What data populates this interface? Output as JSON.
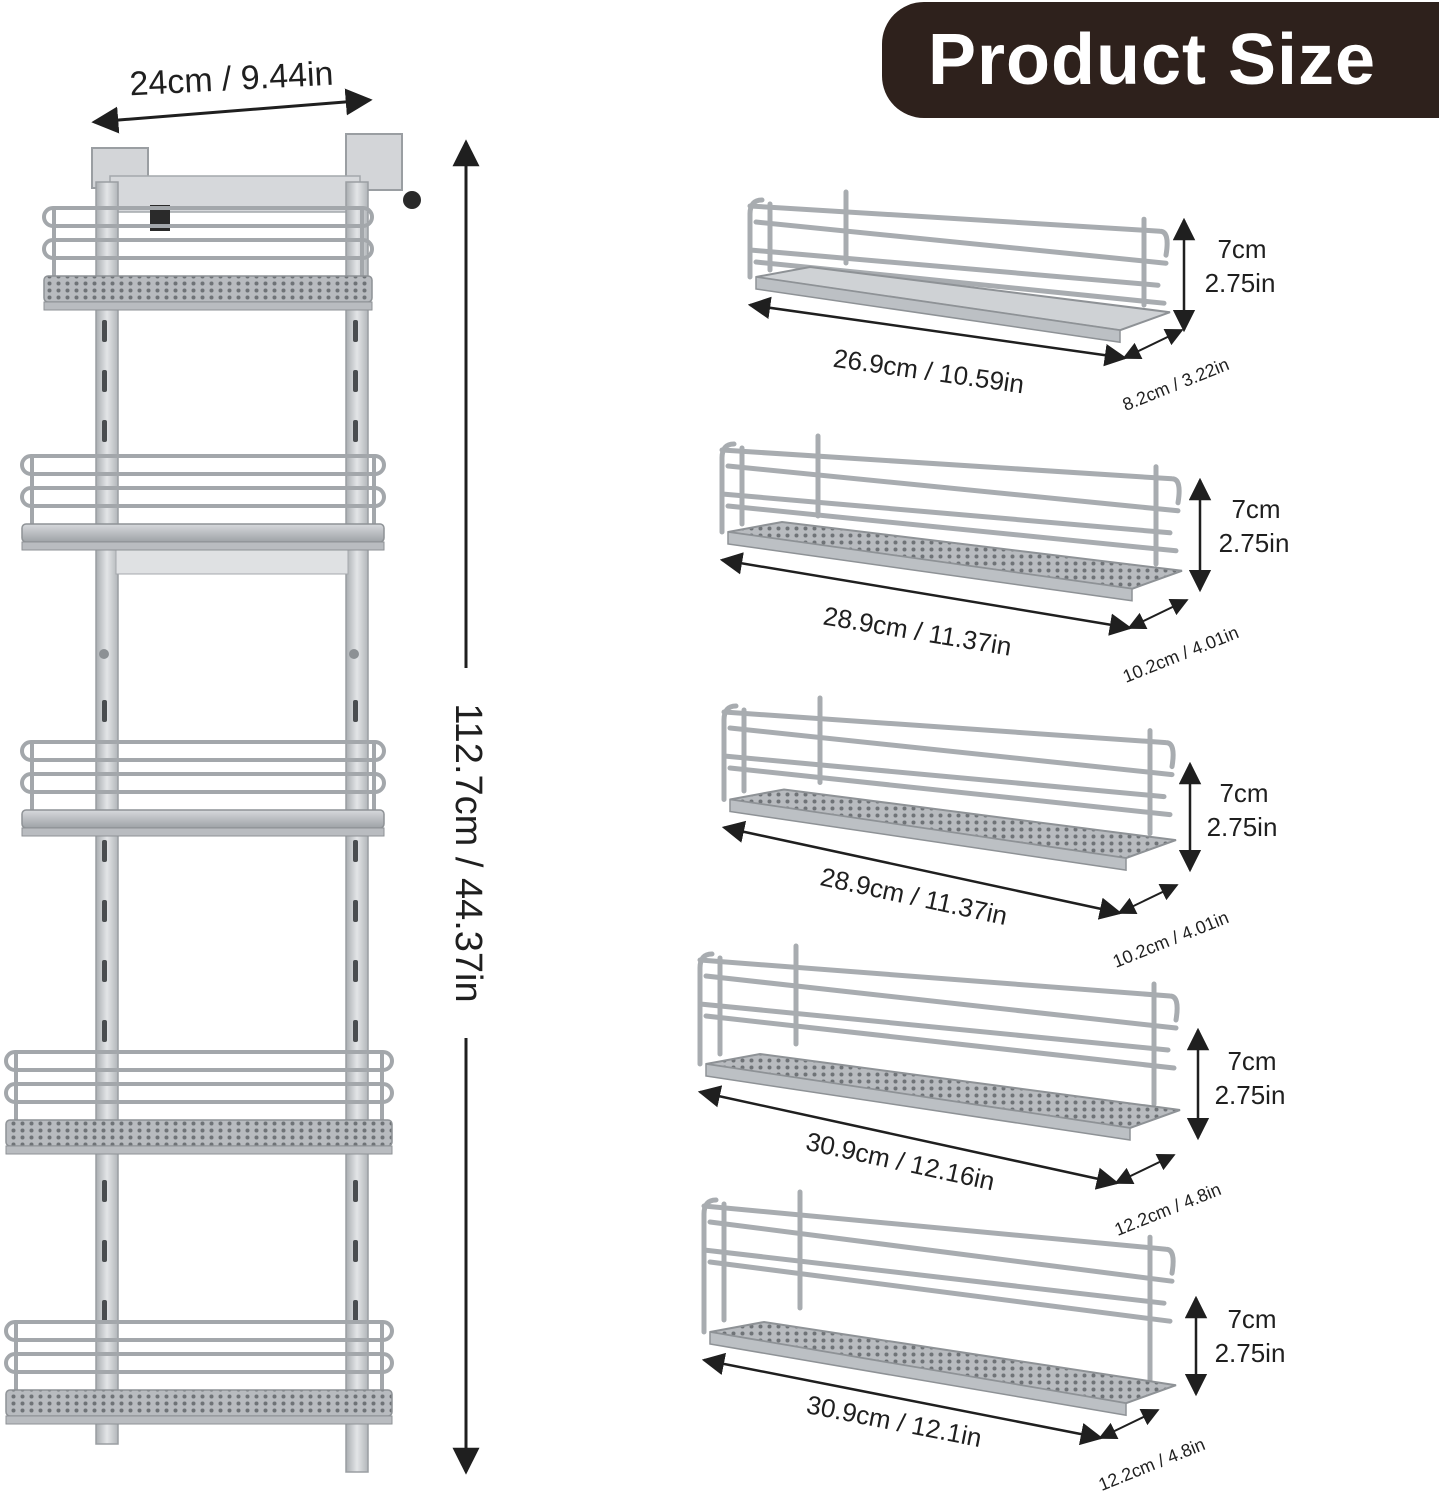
{
  "header": {
    "title": "Product Size"
  },
  "rack": {
    "width_label": "24cm / 9.44in",
    "height_label": "112.7cm / 44.37in"
  },
  "baskets": [
    {
      "length": "26.9cm / 10.59in",
      "depth": "8.2cm / 3.22in",
      "height_cm": "7cm",
      "height_in": "2.75in"
    },
    {
      "length": "28.9cm / 11.37in",
      "depth": "10.2cm / 4.01in",
      "height_cm": "7cm",
      "height_in": "2.75in"
    },
    {
      "length": "28.9cm / 11.37in",
      "depth": "10.2cm / 4.01in",
      "height_cm": "7cm",
      "height_in": "2.75in"
    },
    {
      "length": "30.9cm / 12.16in",
      "depth": "12.2cm / 4.8in",
      "height_cm": "7cm",
      "height_in": "2.75in"
    },
    {
      "length": "30.9cm / 12.1in",
      "depth": "12.2cm / 4.8in",
      "height_cm": "7cm",
      "height_in": "2.75in"
    }
  ],
  "colors": {
    "badge": "#2e211c",
    "metal": "#c9cbce",
    "metal_dark": "#8e9296",
    "dimension_line": "#1f1f1f"
  }
}
